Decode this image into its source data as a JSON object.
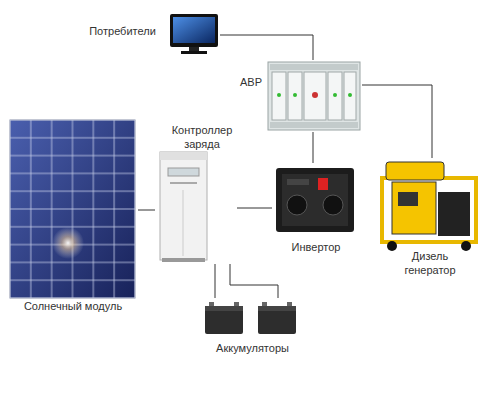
{
  "diagram": {
    "nodes": [
      {
        "text": [
          "Потребители"
        ]
      },
      {
        "text": [
          "АВР"
        ]
      },
      {
        "text": [
          "Солнечный модуль"
        ]
      },
      {
        "text": [
          "Контроллер заряда"
        ]
      },
      {
        "text": [
          "Инвертор"
        ]
      },
      {
        "text": [
          "Дизель генератор"
        ]
      },
      {
        "text": [
          "Аккумуляторы"
        ]
      }
    ],
    "edges": [
      {
        "from": 2,
        "to": 3,
        "arrow": "none"
      },
      {
        "from": 3,
        "to": 4,
        "arrow": "none"
      },
      {
        "from": 3,
        "to": 6,
        "arrow": "none"
      },
      {
        "from": 4,
        "to": 1,
        "arrow": "none"
      },
      {
        "from": 1,
        "to": 0,
        "arrow": "none"
      },
      {
        "from": 1,
        "to": 5,
        "arrow": "none"
      }
    ]
  }
}
